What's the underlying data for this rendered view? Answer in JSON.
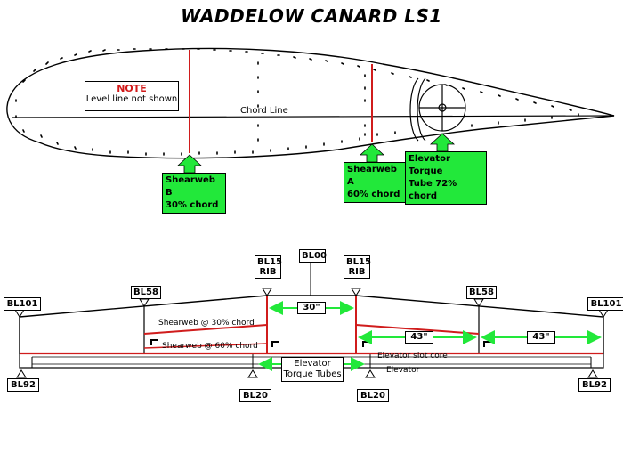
{
  "title": "WADDELOW CANARD LS1",
  "colors": {
    "shearweb": "#d01c1c",
    "arrow": "#22e83a",
    "outline": "#000000"
  },
  "airfoil": {
    "note_title": "NOTE",
    "note_text": "Level line not shown",
    "chord_line": "Chord Line",
    "shearweb_b": {
      "line1": "Shearweb B",
      "line2": "30% chord",
      "chord_pct": 30
    },
    "shearweb_a": {
      "line1": "Shearweb A",
      "line2": "60% chord",
      "chord_pct": 60
    },
    "torque_tube": {
      "line1": "Elevator Torque",
      "line2": "Tube 72% chord",
      "chord_pct": 72
    }
  },
  "planform": {
    "stations": {
      "bl00": "BL00",
      "bl15_left": {
        "line1": "BL15",
        "line2": "RIB"
      },
      "bl15_right": {
        "line1": "BL15",
        "line2": "RIB"
      },
      "bl58_left": "BL58",
      "bl58_right": "BL58",
      "bl101_left": "BL101",
      "bl101_right": "BL101",
      "bl92_left": "BL92",
      "bl92_right": "BL92",
      "bl20_left": "BL20",
      "bl20_right": "BL20"
    },
    "dimensions": {
      "center": "30\"",
      "inboard": "43\"",
      "outboard": "43\""
    },
    "labels": {
      "shearweb_30": "Shearweb @ 30% chord",
      "shearweb_60": "Shearweb @ 60% chord",
      "torque_tubes_1": "Elevator",
      "torque_tubes_2": "Torque Tubes",
      "slot_core": "Elevator slot core",
      "elevator": "Elevator"
    }
  }
}
